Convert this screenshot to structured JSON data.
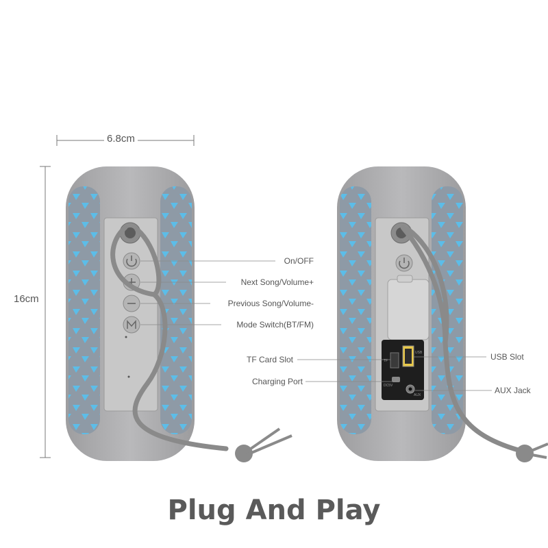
{
  "dimensions": {
    "width_label": "6.8cm",
    "height_label": "16cm"
  },
  "front_callouts": [
    "On/OFF",
    "Next Song/Volume+",
    "Previous Song/Volume-",
    "Mode Switch(BT/FM)"
  ],
  "rear_callouts_left": [
    "TF Card Slot",
    "Charging Port"
  ],
  "rear_callouts_right": [
    "USB Slot",
    "AUX Jack"
  ],
  "panel_marks": {
    "tf": "TF",
    "dc": "DC5V",
    "usb": "USB",
    "aux": "AUX"
  },
  "caption": "Plug And Play",
  "colors": {
    "body": "#a9a9ab",
    "fabric_grey": "#8e9aa6",
    "fabric_blue": "#5cbde8",
    "panel": "#c8c8c8"
  }
}
